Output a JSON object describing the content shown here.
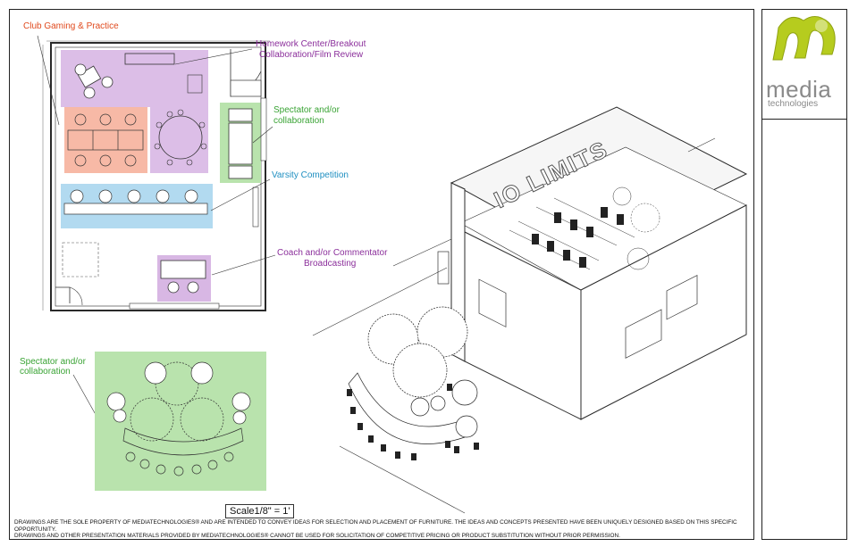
{
  "labels": {
    "club_gaming": "Club Gaming & Practice",
    "homework_1": "Homework Center/Breakout",
    "homework_2": "Collaboration/Film Review",
    "spectator_top_1": "Spectator and/or",
    "spectator_top_2": "collaboration",
    "varsity": "Varsity Competition",
    "coach_1": "Coach and/or Commentator",
    "coach_2": "Broadcasting",
    "spectator_bottom_1": "Spectator and/or",
    "spectator_bottom_2": "collaboration"
  },
  "room_sign": "IO LIMITS",
  "scale": "Scale1/8\" = 1'",
  "disclaimer_1": "DRAWINGS ARE THE SOLE PROPERTY OF mediatechnologies® AND ARE INTENDED TO CONVEY IDEAS FOR SELECTION AND PLACEMENT OF FURNITURE. THE IDEAS AND CONCEPTS PRESENTED HAVE BEEN UNIQUELY DESIGNED BASED ON THIS SPECIFIC OPPORTUNITY.",
  "disclaimer_2": "DRAWINGS AND OTHER PRESENTATION MATERIALS PROVIDED BY mediatechnologies® CANNOT BE USED FOR SOLICITATION OF COMPETITIVE PRICING OR PRODUCT SUBSTITUTION WITHOUT PRIOR PERMISSION.",
  "logo": {
    "line1": "media",
    "line2": "technologies"
  },
  "colors": {
    "club": "#f7b9a6",
    "homework": "#d8b7e4",
    "spectator": "#b9e3ad",
    "varsity": "#b2daf0",
    "coach": "#d8b7e4",
    "logo_green": "#b6cc1e",
    "line": "#2a2a2a"
  }
}
